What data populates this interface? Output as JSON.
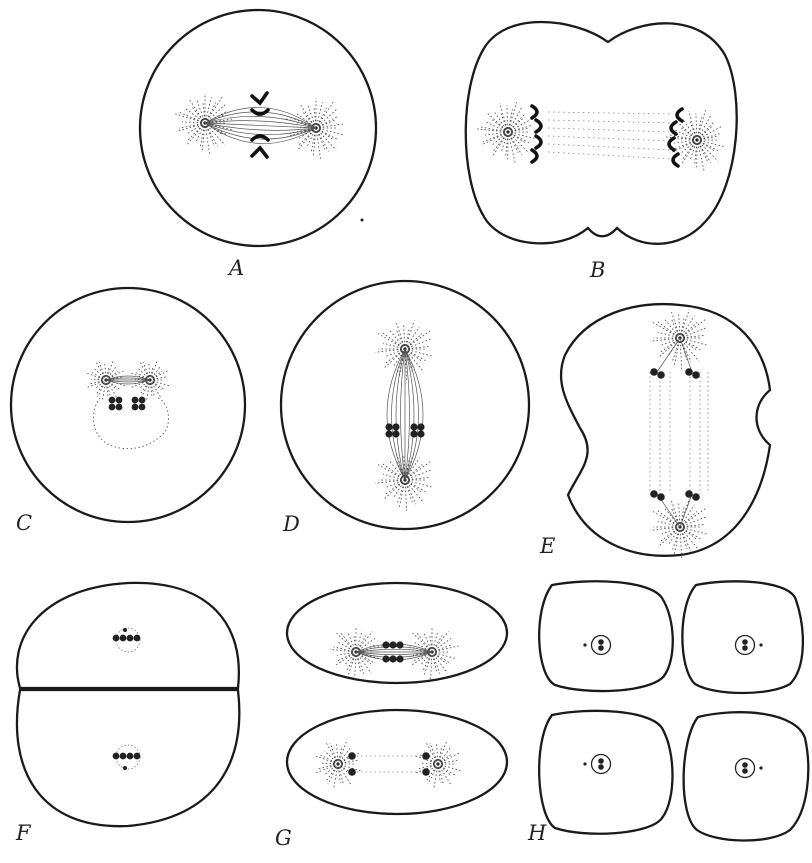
{
  "figure": {
    "panel_labels": [
      "A",
      "B",
      "C",
      "D",
      "E",
      "F",
      "G",
      "H"
    ]
  },
  "colors": {
    "line": "#1a1a1a",
    "background": "#ffffff",
    "chromosome": "#111111"
  }
}
